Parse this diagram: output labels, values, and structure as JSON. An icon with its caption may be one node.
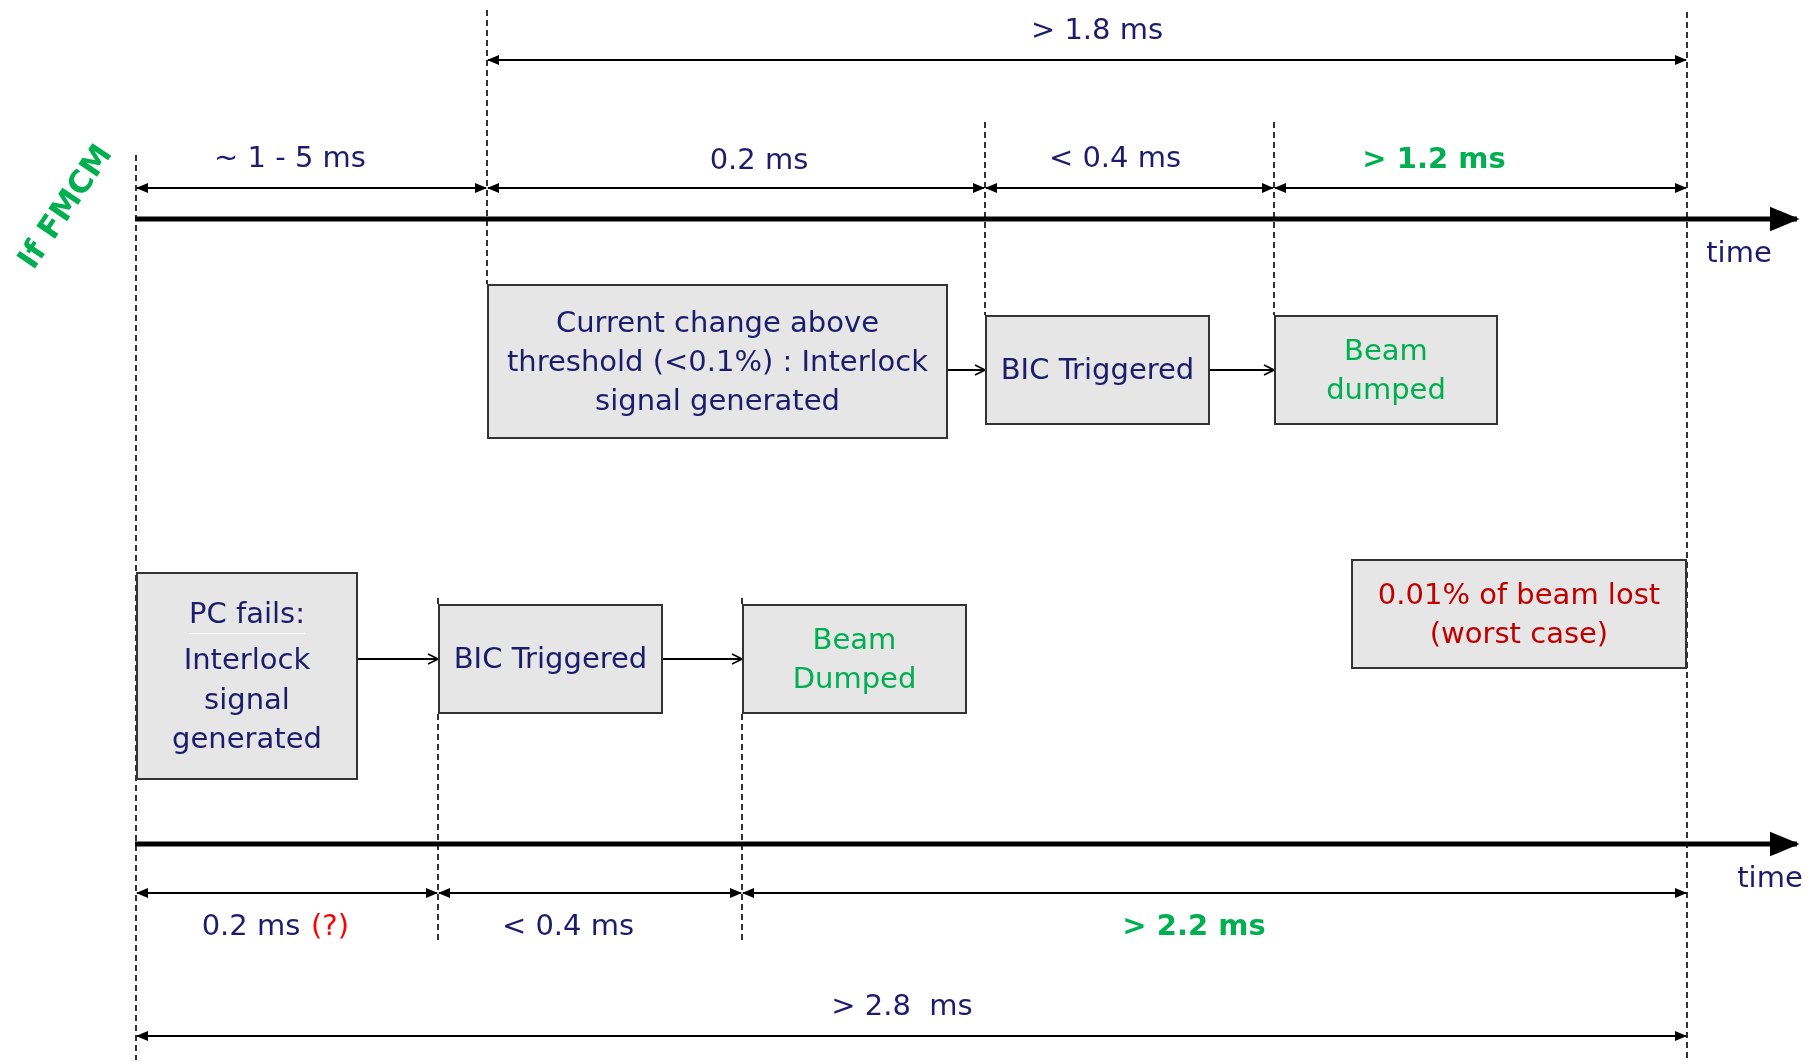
{
  "diagram": {
    "nodes": [
      {
        "text": [
          "Current change above threshold (<0.1%) : Interlock signal generated"
        ]
      },
      {
        "text": [
          "BIC Triggered"
        ]
      },
      {
        "text": [
          "Beam dumped"
        ]
      },
      {
        "text": [
          "PC fails:",
          "Interlock signal generated"
        ]
      },
      {
        "text": [
          "BIC Triggered"
        ]
      },
      {
        "text": [
          "Beam Dumped"
        ]
      },
      {
        "text": [
          "0.01% of beam lost (worst case)"
        ]
      }
    ],
    "edges": [
      {
        "from": 0,
        "to": 1,
        "arrow": "to"
      },
      {
        "from": 1,
        "to": 2,
        "arrow": "to"
      },
      {
        "from": 3,
        "to": 4,
        "arrow": "to"
      },
      {
        "from": 4,
        "to": 5,
        "arrow": "to"
      }
    ],
    "labels": [
      "> 1.8 ms",
      "If FMCM",
      "~ 1 - 5 ms",
      "0.2 ms",
      "< 0.4 ms",
      "> 1.2 ms",
      "time",
      "time",
      "0.2 ms",
      "(?)",
      "< 0.4 ms",
      "> 2.2 ms",
      "> 2.8  ms"
    ]
  }
}
